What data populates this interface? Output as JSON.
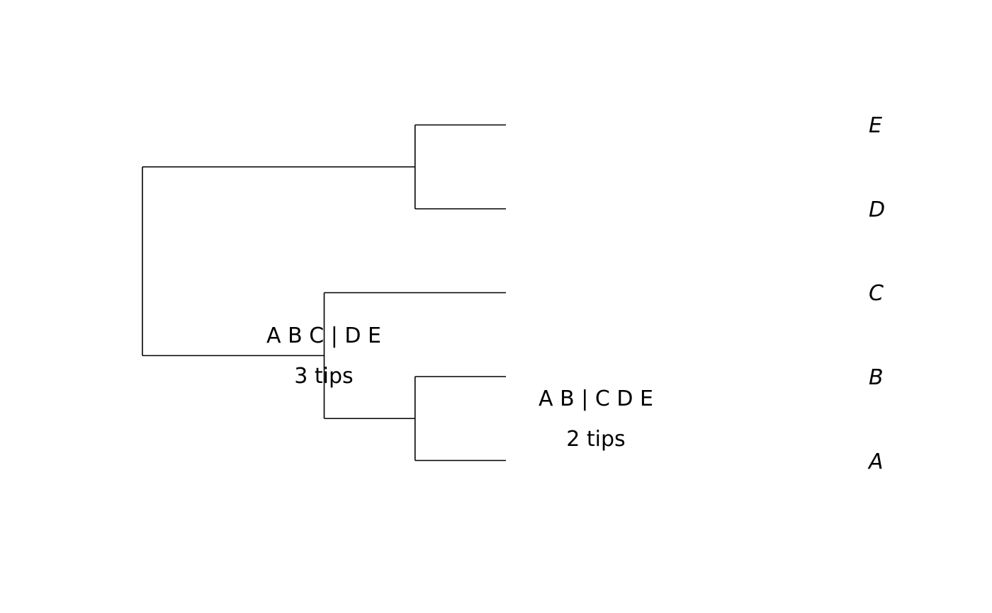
{
  "tree": {
    "nodes": {
      "root": {
        "depth": 0,
        "children": [
          "n_de",
          "n_abc"
        ]
      },
      "n_de": {
        "depth": 1.5,
        "children": [
          "E",
          "D"
        ]
      },
      "n_abc": {
        "depth": 1,
        "children": [
          "C",
          "n_ab"
        ]
      },
      "n_ab": {
        "depth": 1.5,
        "children": [
          "B",
          "A"
        ]
      },
      "E": {
        "depth": 2,
        "tip": true,
        "order": 1
      },
      "D": {
        "depth": 2,
        "tip": true,
        "order": 2
      },
      "C": {
        "depth": 2,
        "tip": true,
        "order": 3
      },
      "B": {
        "depth": 2,
        "tip": true,
        "order": 4
      },
      "A": {
        "depth": 2,
        "tip": true,
        "order": 5
      }
    },
    "tips": {
      "E": "E",
      "D": "D",
      "C": "C",
      "B": "B",
      "A": "A"
    }
  },
  "edge_labels": [
    {
      "id": "abc",
      "node": "n_abc",
      "split": "A B C | D E",
      "support": "3 tips"
    },
    {
      "id": "ab",
      "node": "n_ab",
      "split": "A B | C D E",
      "support": "2 tips"
    }
  ]
}
